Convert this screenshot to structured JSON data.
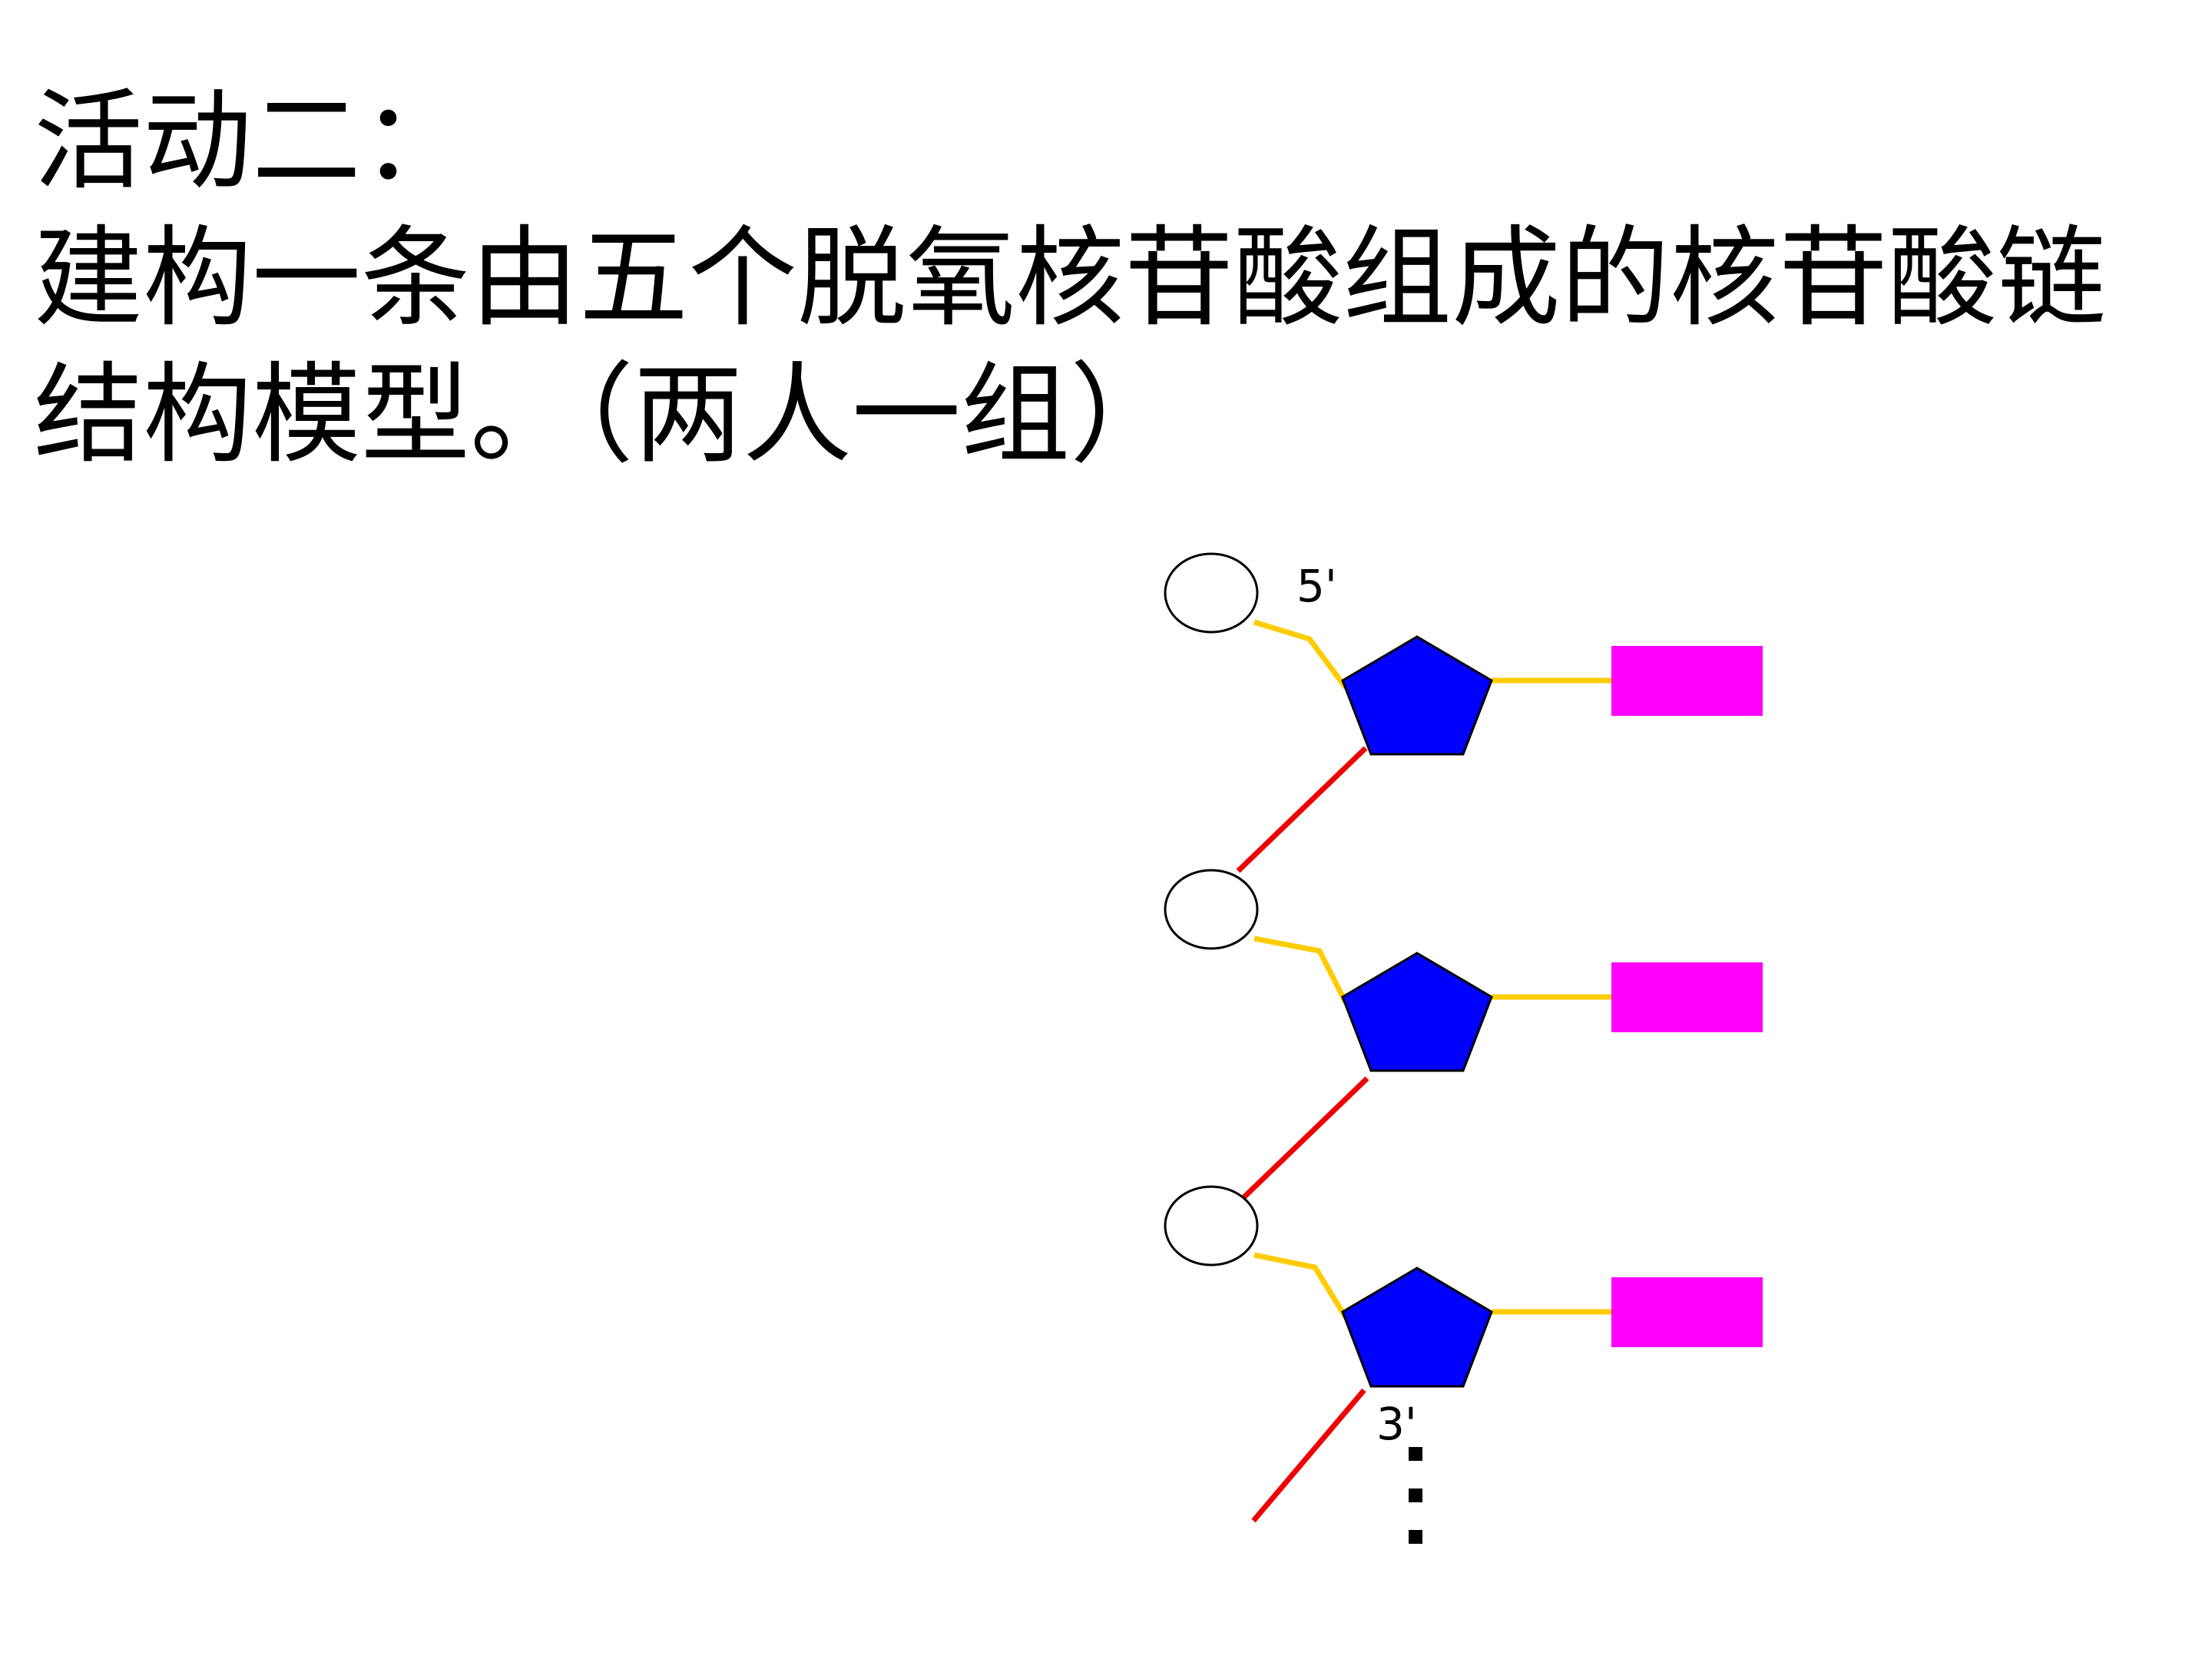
{
  "title": {
    "line1": "活动二：",
    "line2": "建构一条由五个脱氧核苷酸组成的核苷酸链",
    "line3": "结构模型。（两人一组）"
  },
  "diagram": {
    "labels": {
      "five_prime": "5'",
      "three_prime": "3'"
    },
    "colors": {
      "phosphate_fill": "#ffffff",
      "sugar_fill": "#0000ff",
      "base_fill": "#ff00ff",
      "inner_bond": "#ffcc00",
      "link_bond": "#ee0000",
      "outline": "#000000"
    },
    "icons": {
      "phosphate": "circle",
      "sugar": "pentagon",
      "base": "rectangle",
      "continuation": "vertical-ellipsis"
    }
  }
}
